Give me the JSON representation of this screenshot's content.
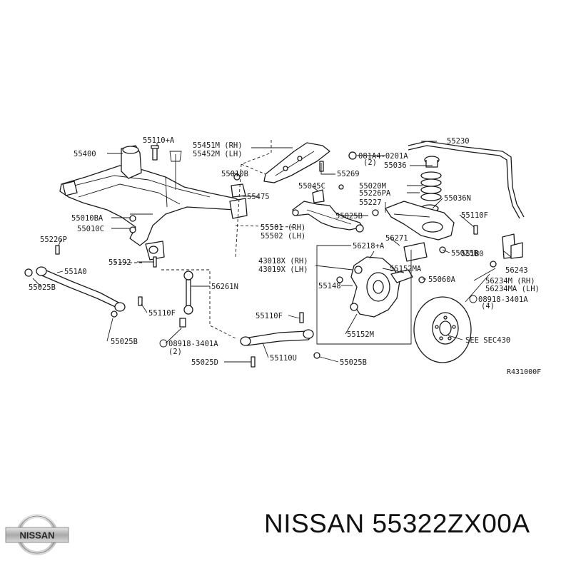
{
  "colors": {
    "ink": "#1a1a1a",
    "background": "#ffffff",
    "logo_silver": "#c9c9c9"
  },
  "diagram": {
    "labels": [
      "55110+A",
      "55400",
      "55451M (RH)",
      "55452M (LH)",
      "081A4-0201A",
      "(2)",
      "55230",
      "55010B",
      "55269",
      "55036",
      "55020M",
      "55475",
      "55045C",
      "55226PA",
      "55036N",
      "55227",
      "55010BA",
      "55025B",
      "55110F",
      "55010C",
      "55501 (RH)",
      "55502 (LH)",
      "56271",
      "55226P",
      "56218+A",
      "55025B",
      "551B0",
      "55192",
      "43018X (RH)",
      "43019X (LH)",
      "55152MA",
      "551A0",
      "56243",
      "55025B",
      "56261N",
      "55148",
      "55060A",
      "56234M (RH)",
      "56234MA (LH)",
      "55110F",
      "08918-3401A",
      "(4)",
      "55110F",
      "55025B",
      "55152M",
      "08918-3401A",
      "(2)",
      "SEE SEC430",
      "55025D",
      "55110U",
      "55025B"
    ],
    "reference": "R431000F"
  },
  "logo": {
    "text": "NISSAN",
    "icon": "nissan-logo-icon"
  },
  "caption": "NISSAN 55322ZX00A"
}
